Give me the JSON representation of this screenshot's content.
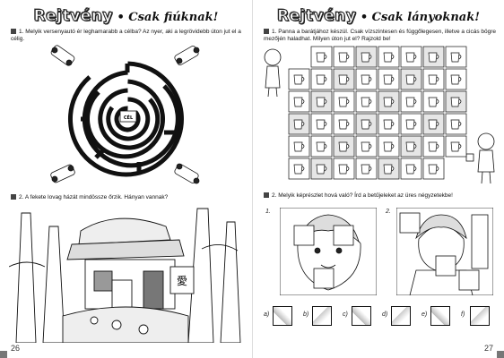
{
  "left": {
    "title_word": "Rejtvény",
    "title_sep": "•",
    "title_sub": "Csak fiúknak!",
    "task1": "1. Melyik versenyautó ér leghamarabb a célba? Az nyer, aki a legrövidebb úton jut el a célig.",
    "maze_center": "CÉL",
    "task2": "2. A fekete lovag házát mindössze őrzik. Hányan vannak?",
    "sign_glyph": "愛",
    "page_number": "26"
  },
  "right": {
    "title_word": "Rejtvény",
    "title_sep": "•",
    "title_sub": "Csak lányoknak!",
    "task1": "1. Panna a barátjához készül. Csak vízszintesen és függőlegesen, illetve a cicás bögre mezőjén haladhat. Milyen úton jut el? Rajzold be!",
    "task2": "2. Melyik képrészlet hová való? Írd a betűjeleket az üres négyzetekbe!",
    "picture_labels": [
      "1.",
      "2."
    ],
    "piece_labels": [
      "a)",
      "b)",
      "c)",
      "d)",
      "e)",
      "f)"
    ],
    "page_number": "27"
  }
}
